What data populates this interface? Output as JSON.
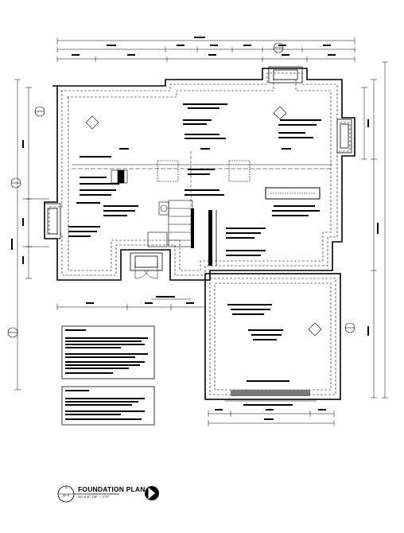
{
  "title_block": {
    "detail_number": "1",
    "sheet_ref": "A2.0",
    "plan_title": "FOUNDATION PLAN",
    "scale": "SCALE: 1/8\" = 1'-0\""
  },
  "icons": {
    "north": "north-arrow-icon",
    "section": "section-marker-icon"
  },
  "colors": {
    "ink": "#000000",
    "hatch": "#555555"
  }
}
